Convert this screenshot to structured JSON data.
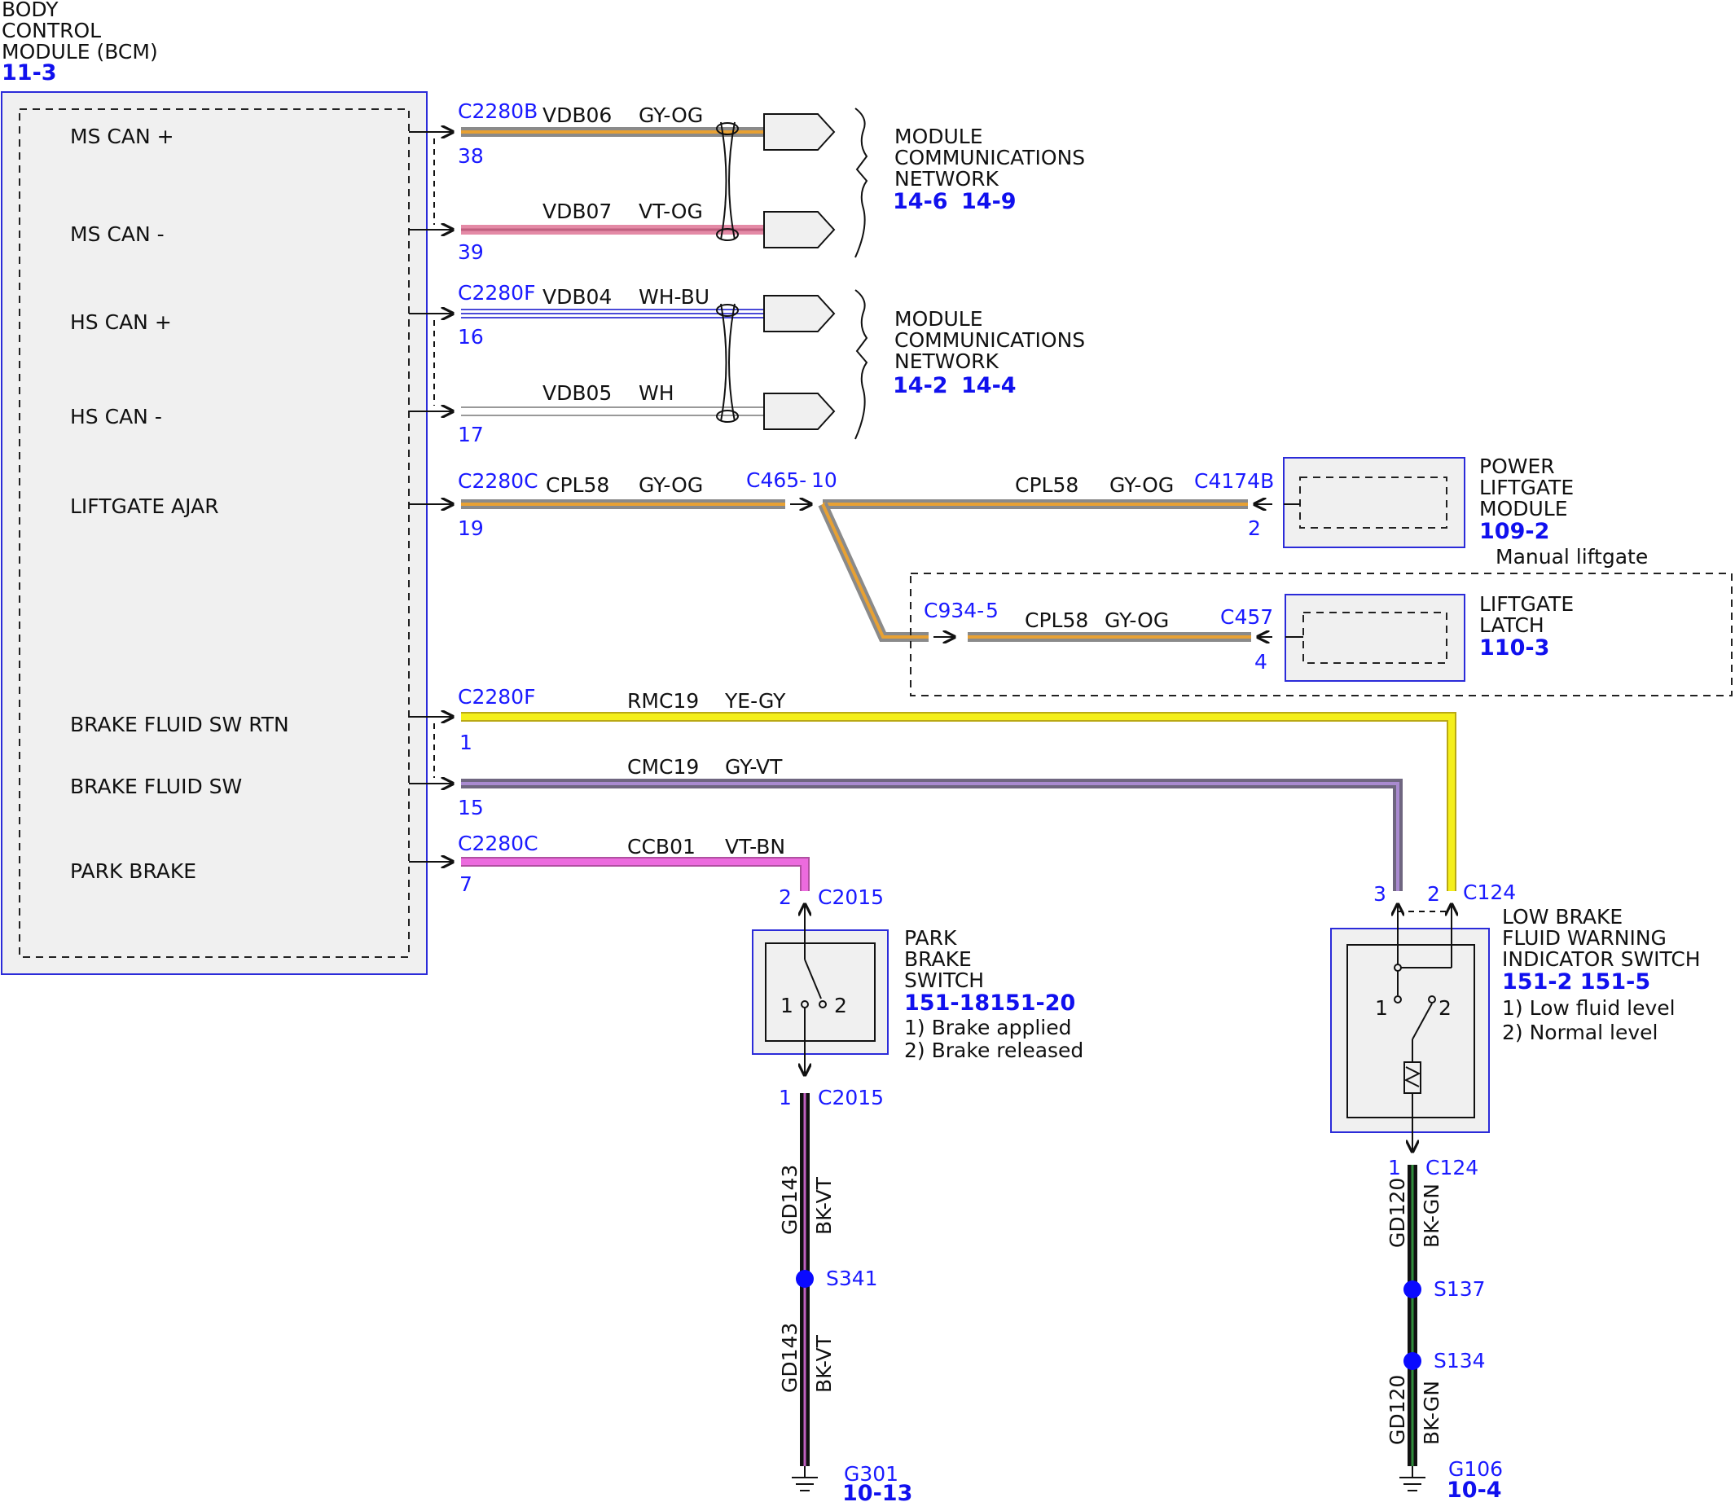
{
  "colors": {
    "module_border": "#2b2bd9",
    "module_fill": "#f0f0f0",
    "link_blue": "#1a1aff",
    "splice_dot": "#0a0aff",
    "wire_gy_og": [
      "#8a8a8a",
      "#e8a133"
    ],
    "wire_vt_og": [
      "#e48aa6",
      "#c06080"
    ],
    "wire_wh_bu": [
      "#ffffff",
      "#4a4ad8"
    ],
    "wire_wh": [
      "#ffffff",
      "#999999"
    ],
    "wire_ye_gy": [
      "#f4ef1a",
      "#b9a814"
    ],
    "wire_gy_vt": [
      "#8d7c9c",
      "#a98ad0"
    ],
    "wire_vt_bn": [
      "#ec6bde",
      "#b050a0"
    ],
    "wire_bk_vt": [
      "#111111",
      "#c060c0"
    ],
    "wire_bk_gn": [
      "#111111",
      "#2e8b3a"
    ]
  },
  "bcm": {
    "title_lines": [
      "BODY",
      "CONTROL",
      "MODULE (BCM)"
    ],
    "ref": "11-3",
    "pins": [
      "MS CAN +",
      "MS CAN -",
      "HS CAN +",
      "HS CAN -",
      "LIFTGATE AJAR",
      "BRAKE FLUID SW RTN",
      "BRAKE FLUID SW",
      "PARK BRAKE"
    ]
  },
  "ms_can": {
    "connector": "C2280B",
    "wires": [
      {
        "pin": "38",
        "circuit": "VDB06",
        "color": "GY-OG"
      },
      {
        "pin": "39",
        "circuit": "VDB07",
        "color": "VT-OG"
      }
    ],
    "destination_lines": [
      "MODULE",
      "COMMUNICATIONS",
      "NETWORK"
    ],
    "refs": [
      "14-6",
      "14-9"
    ]
  },
  "hs_can": {
    "connector": "C2280F",
    "wires": [
      {
        "pin": "16",
        "circuit": "VDB04",
        "color": "WH-BU"
      },
      {
        "pin": "17",
        "circuit": "VDB05",
        "color": "WH"
      }
    ],
    "destination_lines": [
      "MODULE",
      "COMMUNICATIONS",
      "NETWORK"
    ],
    "refs": [
      "14-2",
      "14-4"
    ]
  },
  "liftgate": {
    "connector": "C2280C",
    "pin": "19",
    "circuit": "CPL58",
    "color": "GY-OG",
    "inline": "C465-",
    "inline_pin": "10",
    "right_circuit": "CPL58",
    "right_color": "GY-OG",
    "plm_connector": "C4174B",
    "plm_pin": "2",
    "plm_lines": [
      "POWER",
      "LIFTGATE",
      "MODULE"
    ],
    "plm_ref": "109-2",
    "option_note": "Manual liftgate",
    "c934": "C934-",
    "c934_pin": "5",
    "latch_circuit": "CPL58",
    "latch_color": "GY-OG",
    "latch_connector": "C457",
    "latch_pin": "4",
    "latch_lines": [
      "LIFTGATE",
      "LATCH"
    ],
    "latch_ref": "110-3"
  },
  "brake_fluid": {
    "rtn_connector": "C2280F",
    "rtn_pin": "1",
    "rtn_circuit": "RMC19",
    "rtn_color": "YE-GY",
    "sw_pin": "15",
    "sw_circuit": "CMC19",
    "sw_color": "GY-VT",
    "switch_pin_a": "3",
    "switch_pin_b": "2",
    "switch_connector": "C124",
    "switch_lines": [
      "LOW BRAKE",
      "FLUID WARNING",
      "INDICATOR SWITCH"
    ],
    "switch_refs": "151-2 151-5",
    "notes": [
      "1) Low fluid level",
      "2) Normal level"
    ],
    "contact_1": "1",
    "contact_2": "2",
    "ground_pin": "1",
    "ground_connector": "C124",
    "ground_circuit": "GD120",
    "ground_color": "BK-GN",
    "splice_1": "S137",
    "splice_2": "S134",
    "ground_circuit_2": "GD120",
    "ground_color_2": "BK-GN",
    "ground": "G106",
    "ground_ref": "10-4"
  },
  "park_brake": {
    "connector": "C2280C",
    "pin": "7",
    "circuit": "CCB01",
    "color": "VT-BN",
    "switch_pin": "2",
    "switch_connector": "C2015",
    "switch_lines": [
      "PARK",
      "BRAKE",
      "SWITCH"
    ],
    "switch_refs": "151-18151-20",
    "notes": [
      "1) Brake applied",
      "2) Brake released"
    ],
    "contact_1": "1",
    "contact_2": "2",
    "ground_pin": "1",
    "ground_connector": "C2015",
    "ground_circuit": "GD143",
    "ground_color": "BK-VT",
    "splice": "S341",
    "ground_circuit_2": "GD143",
    "ground_color_2": "BK-VT",
    "ground": "G301",
    "ground_ref": "10-13"
  }
}
